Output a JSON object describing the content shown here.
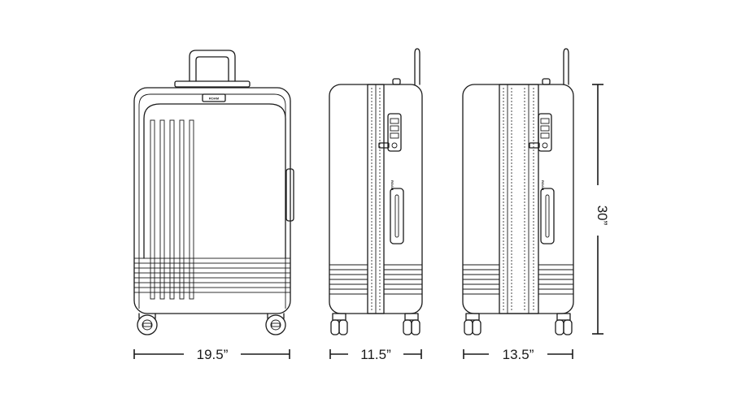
{
  "brand": {
    "logo_text": "ROAM"
  },
  "dimensions": {
    "width": "19.5”",
    "depth_side_a": "11.5”",
    "depth_side_b": "13.5”",
    "height": "30”"
  },
  "colors": {
    "line": "#1a1a1a",
    "background": "#ffffff"
  }
}
